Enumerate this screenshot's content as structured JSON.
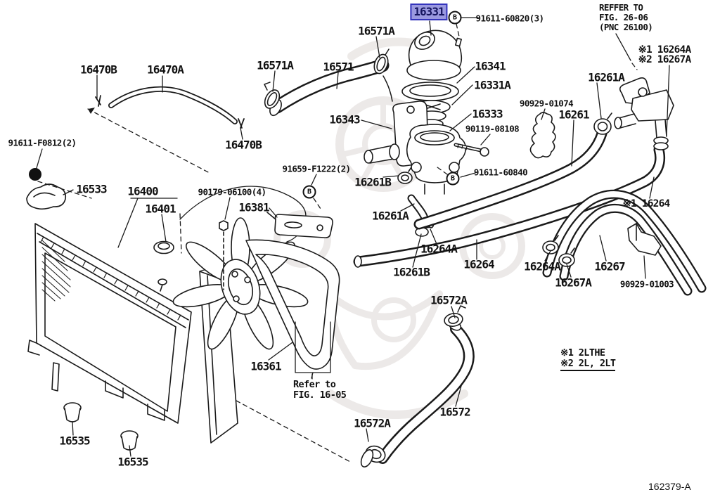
{
  "footer": {
    "code": "162379-A"
  },
  "highlight": {
    "fill": "#9a99e0",
    "border": "#3434bc",
    "text": "#14145e"
  },
  "markers": {
    "bolt": "B"
  },
  "top_right_note": {
    "line1": "REFFER TO",
    "line2": "FIG. 26-06",
    "line3": "(PNC 26100)"
  },
  "refer_note": {
    "line1": "Refer to",
    "line2": "FIG. 16-05"
  },
  "legend": {
    "line1": "※1 2LTHE",
    "line2": "※2 2L, 2LT"
  },
  "labels": [
    {
      "text": "16470B",
      "highlighted": false
    },
    {
      "text": "16470A",
      "highlighted": false
    },
    {
      "text": "91611-F0812(2)",
      "highlighted": false
    },
    {
      "text": "16533",
      "highlighted": false
    },
    {
      "text": "16400",
      "highlighted": false
    },
    {
      "text": "16401",
      "highlighted": false
    },
    {
      "text": "90179-06100(4)",
      "highlighted": false
    },
    {
      "text": "16381",
      "highlighted": false
    },
    {
      "text": "91659-F1222(2)",
      "highlighted": false
    },
    {
      "text": "16470B",
      "highlighted": false
    },
    {
      "text": "16571A",
      "highlighted": false
    },
    {
      "text": "16571",
      "highlighted": false
    },
    {
      "text": "16571A",
      "highlighted": false
    },
    {
      "text": "16331",
      "highlighted": true
    },
    {
      "text": "91611-60820(3)",
      "highlighted": false
    },
    {
      "text": "16341",
      "highlighted": false
    },
    {
      "text": "16331A",
      "highlighted": false
    },
    {
      "text": "16343",
      "highlighted": false
    },
    {
      "text": "16333",
      "highlighted": false
    },
    {
      "text": "90119-08108",
      "highlighted": false
    },
    {
      "text": "91611-60840",
      "highlighted": false
    },
    {
      "text": "16261B",
      "highlighted": false
    },
    {
      "text": "16261A",
      "highlighted": false
    },
    {
      "text": "16264A",
      "highlighted": false
    },
    {
      "text": "16261B",
      "highlighted": false
    },
    {
      "text": "16264",
      "highlighted": false
    },
    {
      "text": "90929-01074",
      "highlighted": false
    },
    {
      "text": "16261",
      "highlighted": false
    },
    {
      "text": "16261A",
      "highlighted": false
    },
    {
      "text": "※1 16264A",
      "highlighted": false
    },
    {
      "text": "※2 16267A",
      "highlighted": false
    },
    {
      "text": "※1 16264",
      "highlighted": false
    },
    {
      "text": "16264A",
      "highlighted": false
    },
    {
      "text": "16267A",
      "highlighted": false
    },
    {
      "text": "16267",
      "highlighted": false
    },
    {
      "text": "90929-01003",
      "highlighted": false
    },
    {
      "text": "16361",
      "highlighted": false
    },
    {
      "text": "16572A",
      "highlighted": false
    },
    {
      "text": "16572",
      "highlighted": false
    },
    {
      "text": "16572A",
      "highlighted": false
    },
    {
      "text": "16535",
      "highlighted": false
    },
    {
      "text": "16535",
      "highlighted": false
    }
  ]
}
